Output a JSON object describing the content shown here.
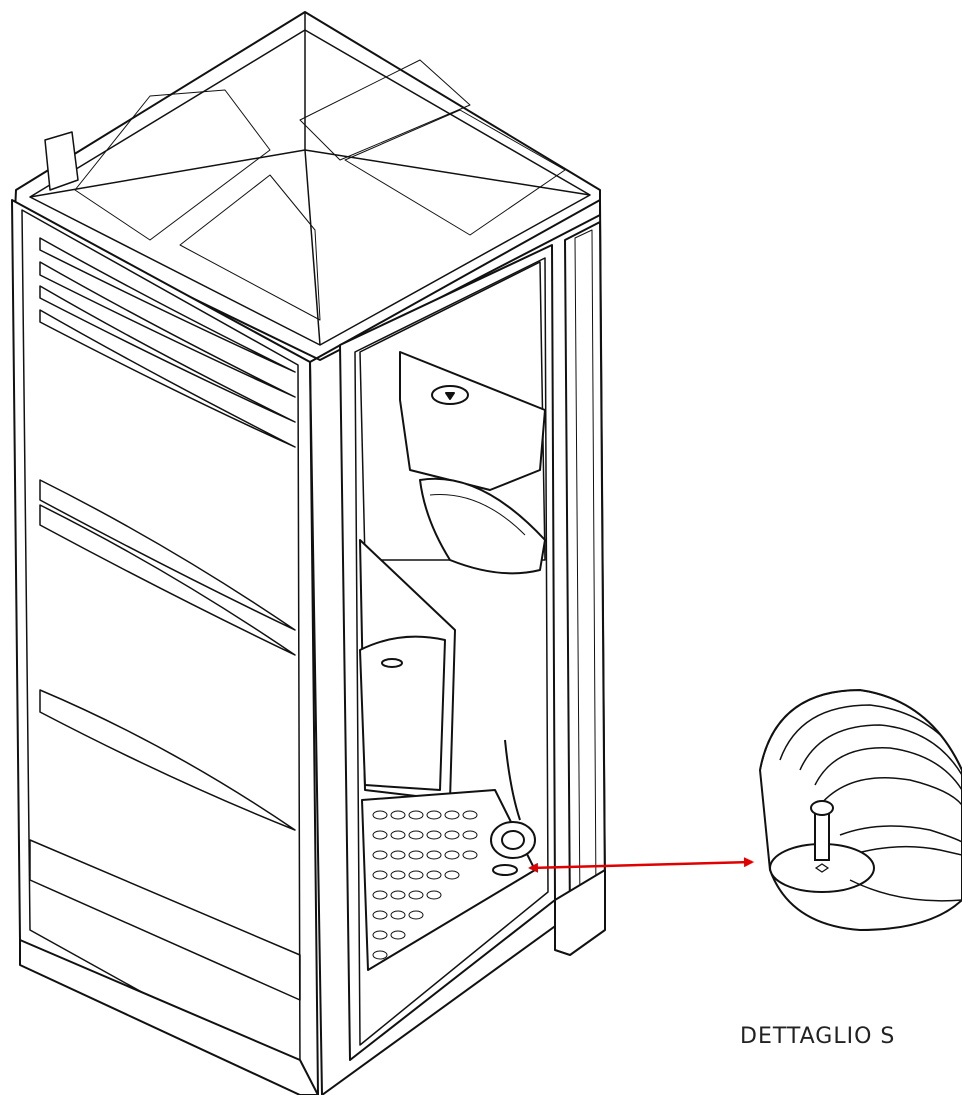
{
  "detail": {
    "label": "DETTAGLIO S"
  },
  "colors": {
    "line": "#111111",
    "arrow": "#e00000",
    "fill": "#ffffff"
  },
  "components": {
    "cabin": "portable-toilet-cabin",
    "roof": "pyramidal-roof",
    "vents": "louvered-side-vents",
    "tank": "wall-mounted-tank",
    "urinal": "urinal",
    "seat": "toilet-seat",
    "floor": "perforated-floor",
    "fitting": "drain-fitting",
    "callout": "detail-s-magnified-view"
  }
}
